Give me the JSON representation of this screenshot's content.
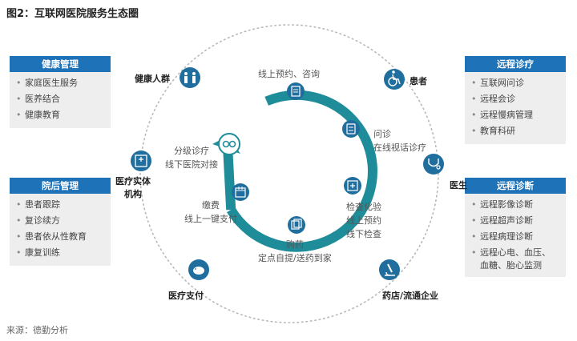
{
  "title": "图2：互联网医院服务生态圈",
  "source": "来源：德勤分析",
  "left_boxes": [
    {
      "title": "健康管理",
      "items": [
        "家庭医生服务",
        "医养结合",
        "健康教育"
      ]
    },
    {
      "title": "院后管理",
      "items": [
        "患者跟踪",
        "复诊续方",
        "患者依从性教育",
        "康复训练"
      ]
    }
  ],
  "right_boxes": [
    {
      "title": "远程诊疗",
      "items": [
        "互联网问诊",
        "远程会诊",
        "远程慢病管理",
        "教育科研"
      ]
    },
    {
      "title": "远程诊断",
      "items": [
        "远程影像诊断",
        "远程超声诊断",
        "远程病理诊断"
      ],
      "multi_item": [
        "远程心电、血压、",
        "血糖、胎心监测"
      ]
    }
  ],
  "outer_nodes": {
    "health_crowd": "健康人群",
    "patient": "患者",
    "hospital": "医疗实体机构",
    "doctor": "医生",
    "payment": "医疗支付",
    "pharmacy": "药店/流通企业"
  },
  "inner_steps": {
    "appointment": [
      "线上预约、咨询"
    ],
    "consult": [
      "问诊",
      "在线视话诊疗"
    ],
    "exam": [
      "检查化验",
      "线上预约",
      "线下检查"
    ],
    "purchase": [
      "购药",
      "定点自提/送药到家"
    ],
    "pay": [
      "缴费",
      "线上一键支付"
    ],
    "referral": [
      "分级诊疗",
      "线下医院对接"
    ]
  },
  "colors": {
    "accent": "#1e72b8",
    "ring": "#1f8d99",
    "box_bg": "#eeeeee"
  }
}
